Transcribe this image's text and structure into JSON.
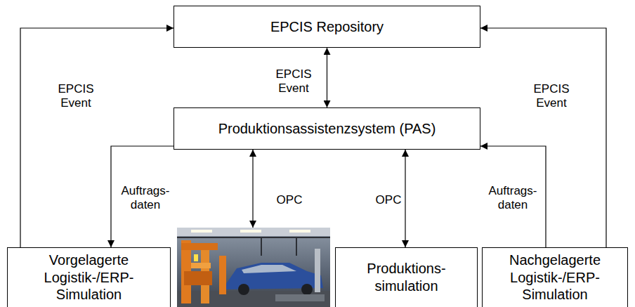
{
  "diagram": {
    "nodes": [
      {
        "text": [
          "EPCIS Repository"
        ]
      },
      {
        "text": [
          "Produktionsassistenzsystem (PAS)"
        ]
      },
      {
        "text": [
          "Vorgelagerte Logistik-/ERP- Simulation"
        ]
      },
      {
        "text": [
          "Produktions- simulation"
        ]
      },
      {
        "text": [
          "Nachgelagerte Logistik-/ERP- Simulation"
        ]
      }
    ],
    "edges": [
      {
        "from": 2,
        "to": 0,
        "arrow": "to",
        "label": "EPCIS Event"
      },
      {
        "from": 1,
        "to": 0,
        "arrow": "both",
        "label": "EPCIS Event"
      },
      {
        "from": 4,
        "to": 0,
        "arrow": "to",
        "label": "EPCIS Event"
      },
      {
        "from": 1,
        "to": 2,
        "arrow": "to",
        "label": "Auftrags- daten"
      },
      {
        "from": 1,
        "to": 3,
        "arrow": "both",
        "label": "OPC"
      },
      {
        "from": 4,
        "to": 1,
        "arrow": "to",
        "label": "Auftrags- daten"
      }
    ],
    "labels": [
      "OPC"
    ]
  }
}
